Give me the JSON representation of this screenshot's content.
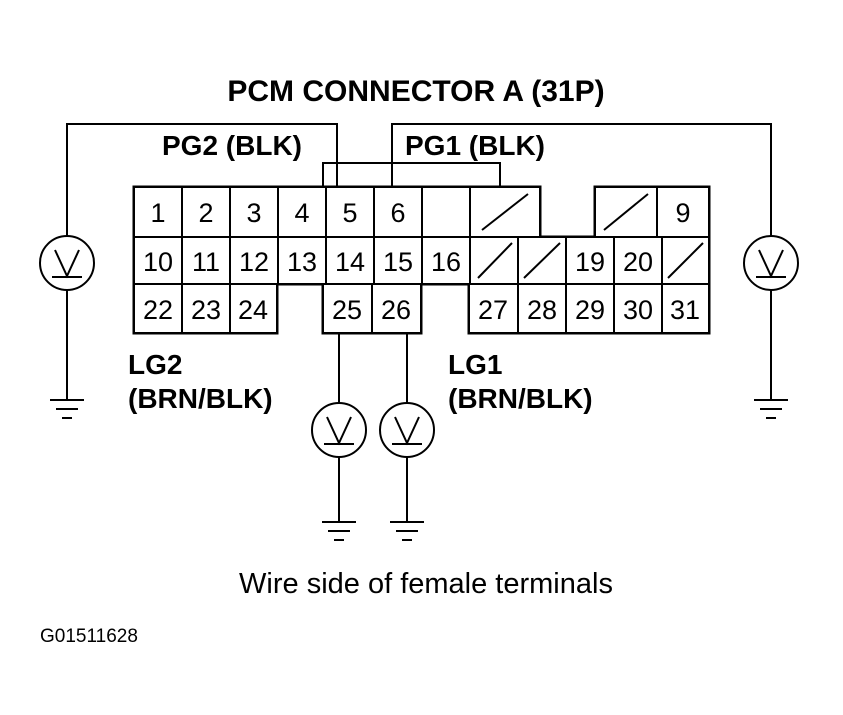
{
  "title": "PCM CONNECTOR A (31P)",
  "labels": {
    "pg2": "PG2 (BLK)",
    "pg1": "PG1 (BLK)",
    "lg2_name": "LG2",
    "lg2_color": "(BRN/BLK)",
    "lg1_name": "LG1",
    "lg1_color": "(BRN/BLK)"
  },
  "caption": "Wire side of female terminals",
  "figure_code": "G01511628",
  "meter_symbol": "V",
  "pins": {
    "row1": [
      "1",
      "2",
      "3",
      "4",
      "5",
      "6",
      "",
      "",
      "",
      "9"
    ],
    "row2": [
      "10",
      "11",
      "12",
      "13",
      "14",
      "15",
      "16",
      "",
      "",
      "19",
      "20",
      ""
    ],
    "row3": [
      "22",
      "23",
      "24",
      "25",
      "26",
      "27",
      "28",
      "29",
      "30",
      "31"
    ]
  }
}
